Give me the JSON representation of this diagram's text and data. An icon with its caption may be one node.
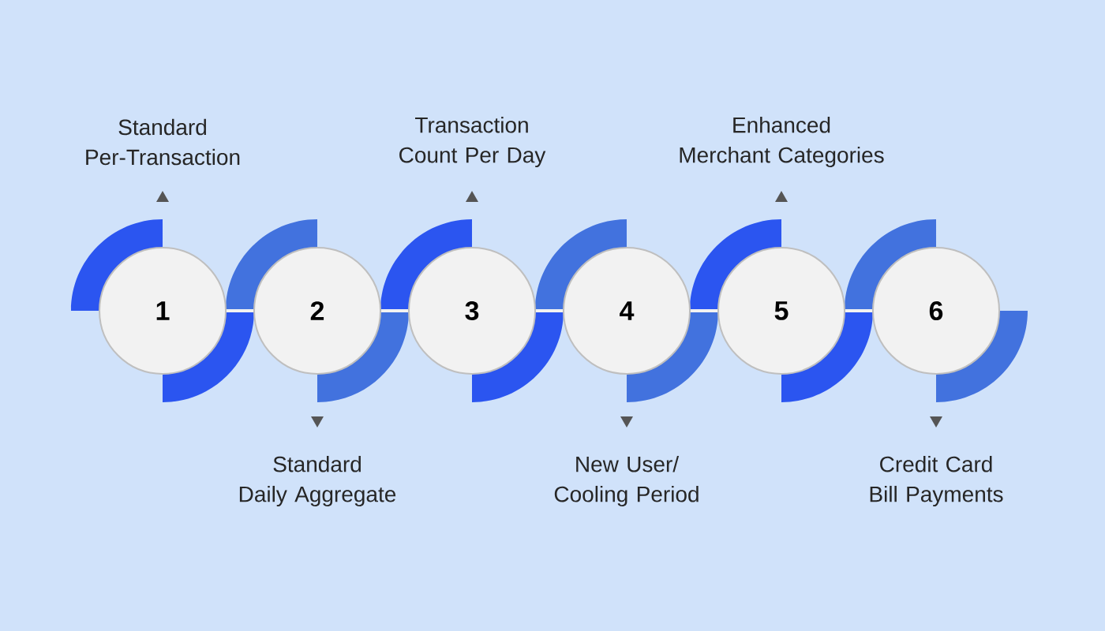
{
  "diagram": {
    "nodes": [
      {
        "text": [
          "1"
        ]
      },
      {
        "text": [
          "2"
        ]
      },
      {
        "text": [
          "3"
        ]
      },
      {
        "text": [
          "4"
        ]
      },
      {
        "text": [
          "5"
        ]
      },
      {
        "text": [
          "6"
        ]
      }
    ],
    "edges": [
      {
        "from": 0,
        "to": 1,
        "arrow": "none"
      },
      {
        "from": 1,
        "to": 2,
        "arrow": "none"
      },
      {
        "from": 2,
        "to": 3,
        "arrow": "none"
      },
      {
        "from": 3,
        "to": 4,
        "arrow": "none"
      },
      {
        "from": 4,
        "to": 5,
        "arrow": "none"
      }
    ],
    "labels": [
      "Standard Per-Transaction",
      "Transaction Count Per Day",
      "Enhanced Merchant Categories",
      "Standard Daily Aggregate",
      "New User/ Cooling Period",
      "Credit Card Bill Payments"
    ]
  }
}
